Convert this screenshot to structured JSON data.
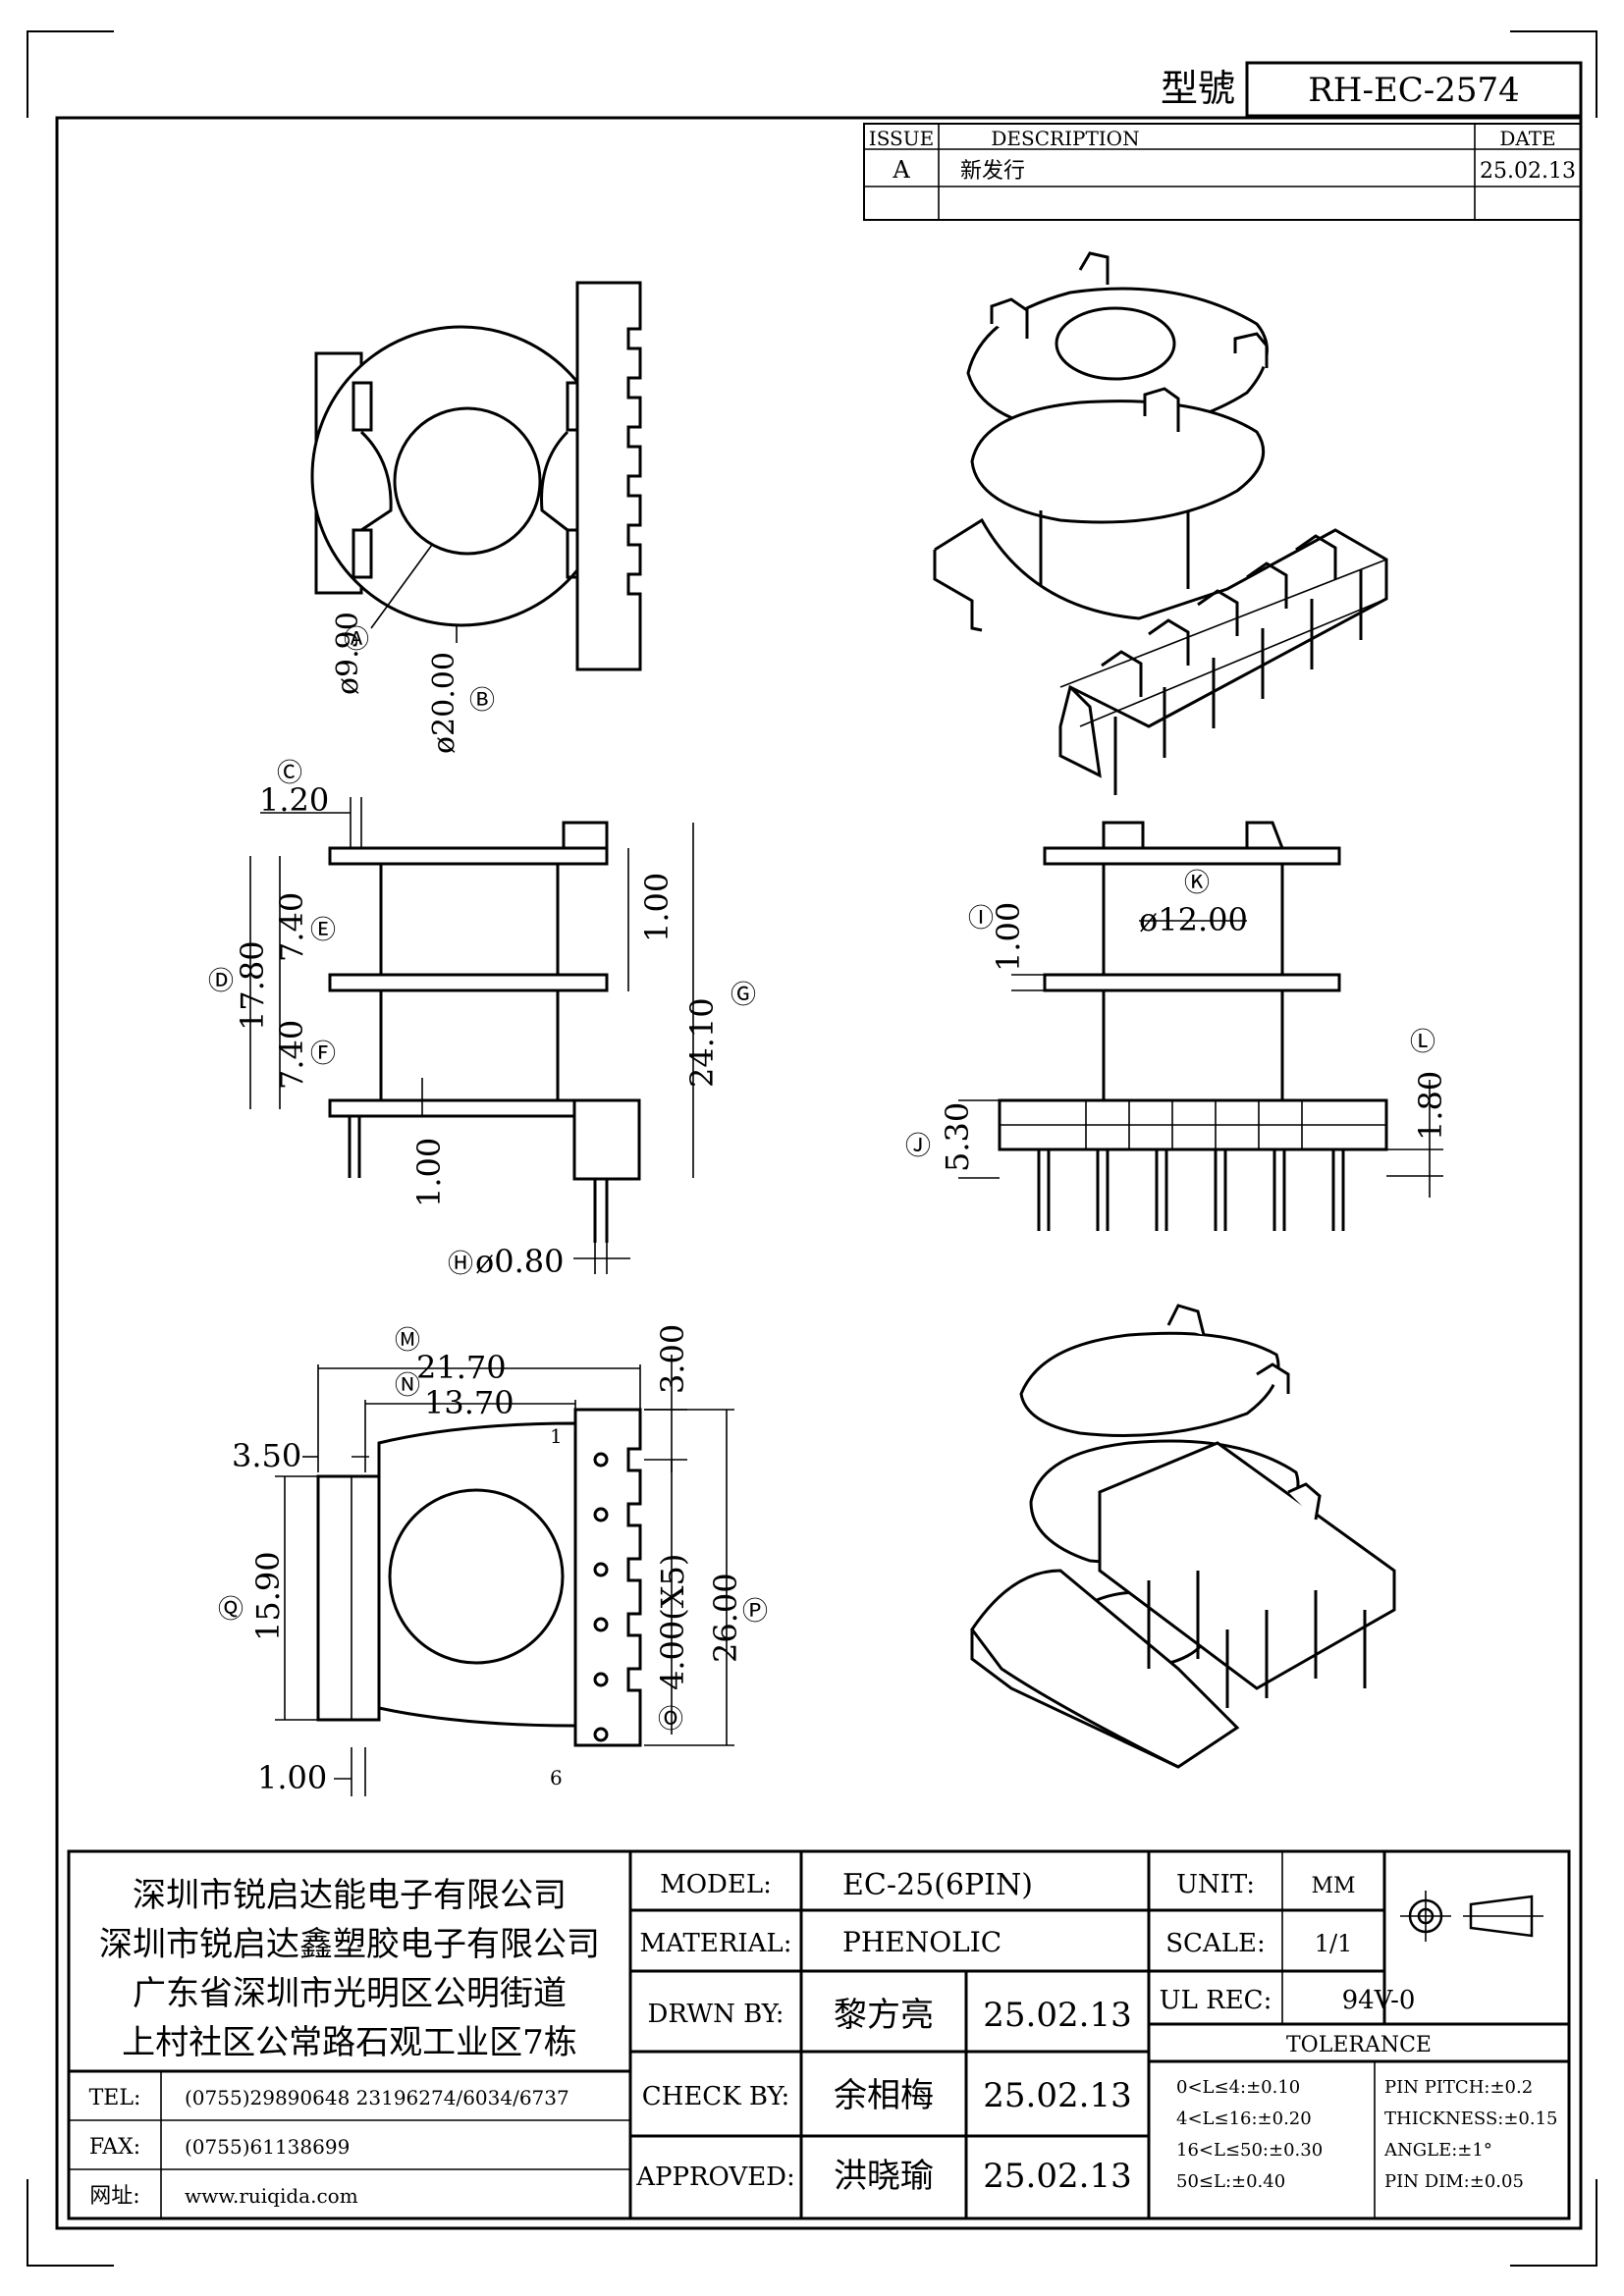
{
  "header": {
    "model_label": "型號",
    "model_no": "RH-EC-2574"
  },
  "revision": {
    "col_issue": "ISSUE",
    "col_desc": "DESCRIPTION",
    "col_date": "DATE",
    "issue": "A",
    "desc": "新发行",
    "date": "25.02.13"
  },
  "dims": {
    "A": "Ⓐ",
    "B": "Ⓑ",
    "C": "Ⓒ",
    "D": "Ⓓ",
    "E": "Ⓔ",
    "F": "Ⓕ",
    "G": "Ⓖ",
    "H": "Ⓗ",
    "I": "Ⓘ",
    "J": "Ⓙ",
    "K": "Ⓚ",
    "L": "Ⓛ",
    "M": "Ⓜ",
    "N": "Ⓝ",
    "O": "Ⓞ",
    "P": "Ⓟ",
    "Q": "Ⓠ",
    "a_val": "ø9.90",
    "b_val": "ø20.00",
    "c_val": "1.20",
    "d_val": "17.80",
    "e_val": "7.40",
    "f_val": "7.40",
    "flange1": "1.00",
    "g_val": "24.10",
    "base1": "1.00",
    "h_val": "ø0.80",
    "i_val": "1.00",
    "k_val": "ø12.00",
    "j_val": "5.30",
    "l_val": "1.80",
    "m_val": "21.70",
    "n_val": "13.70",
    "top3": "3.00",
    "left35": "3.50",
    "q_val": "15.90",
    "pitch": "4.00(X5)",
    "p_val": "26.00",
    "bot1": "1.00",
    "pin1": "1",
    "pin6": "6"
  },
  "company": {
    "line1": "深圳市锐启达能电子有限公司",
    "line2": "深圳市锐启达鑫塑胶电子有限公司",
    "line3": "广东省深圳市光明区公明街道",
    "line4": "上村社区公常路石观工业区7栋"
  },
  "contact": {
    "tel_label": "TEL:",
    "tel": "(0755)29890648  23196274/6034/6737",
    "fax_label": "FAX:",
    "fax": "(0755)61138699",
    "web_label": "网址:",
    "web": "www.ruiqida.com"
  },
  "title": {
    "model_label": "MODEL:",
    "model": "EC-25(6PIN)",
    "material_label": "MATERIAL:",
    "material": "PHENOLIC",
    "drawn_label": "DRWN BY:",
    "drawn": "黎方亮",
    "drawn_date": "25.02.13",
    "check_label": "CHECK BY:",
    "check": "余相梅",
    "check_date": "25.02.13",
    "appr_label": "APPROVED:",
    "appr": "洪晓瑜",
    "appr_date": "25.02.13",
    "unit_label": "UNIT:",
    "unit": "MM",
    "scale_label": "SCALE:",
    "scale": "1/1",
    "ul_label": "UL REC:",
    "ul": "94V-0"
  },
  "tolerance": {
    "title": "TOLERANCE",
    "t1": "0<L≤4:±0.10",
    "t2": "4<L≤16:±0.20",
    "t3": "16<L≤50:±0.30",
    "t4": "50≤L:±0.40",
    "p1": "PIN PITCH:±0.2",
    "p2": "THICKNESS:±0.15",
    "p3": "ANGLE:±1°",
    "p4": "PIN DIM:±0.05"
  }
}
